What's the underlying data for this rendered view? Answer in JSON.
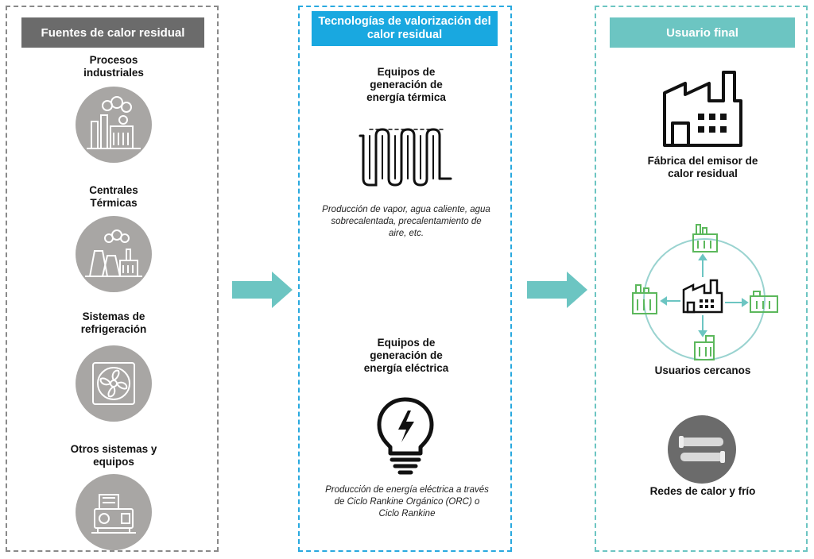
{
  "panels": {
    "sources": {
      "header": "Fuentes de calor residual",
      "items": [
        {
          "label": "Procesos industriales"
        },
        {
          "label": "Centrales Térmicas"
        },
        {
          "label": "Sistemas de refrigeración"
        },
        {
          "label": "Otros sistemas y equipos"
        }
      ]
    },
    "technologies": {
      "header": "Tecnologías de valorización del calor residual",
      "thermal": {
        "label": "Equipos de generación de energía térmica",
        "description": "Producción de vapor, agua caliente, agua sobrecalentada, precalentamiento de aire, etc."
      },
      "electric": {
        "label": "Equipos de generación de energía eléctrica",
        "description": "Producción de energía eléctrica a través de Ciclo Rankine Orgánico (ORC) o Ciclo Rankine"
      }
    },
    "end_user": {
      "header": "Usuario final",
      "factory_label": "Fábrica del emisor de calor residual",
      "nearby_label": "Usuarios cercanos",
      "networks_label": "Redes de calor y frío"
    }
  },
  "colors": {
    "gray_header": "#6b6b6b",
    "blue_header": "#19a8e0",
    "teal_header": "#6cc5c2",
    "icon_circle": "#a8a6a4",
    "arrow": "#6cc5c2",
    "green_icons": "#5cb85c"
  },
  "icons": {
    "industrial": "factory-smoke-icon",
    "thermal_plant": "power-plant-icon",
    "refrigeration": "fan-icon",
    "other": "compressor-icon",
    "thermal_equipment": "radiator-coil-icon",
    "electric_equipment": "lightbulb-bolt-icon",
    "factory": "factory-icon",
    "nearby_network": "network-factories-icon",
    "pipes": "pipes-icon"
  }
}
